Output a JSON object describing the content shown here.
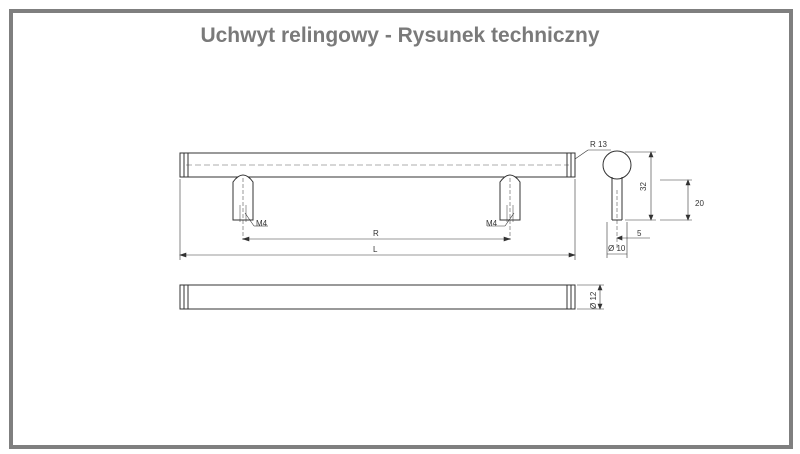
{
  "title": "Uchwyt relingowy - Rysunek techniczny",
  "colors": {
    "frame": "#7f7f7f",
    "title": "#7a7a7a",
    "line": "#333333",
    "bar_fill": "#ffffff"
  },
  "labels": {
    "m4_left": "M4",
    "m4_right": "M4",
    "r": "R",
    "l": "L",
    "r13": "R 13",
    "d32": "32",
    "d20": "20",
    "d5": "5",
    "d10": "Ø 10",
    "d12": "Ø 12"
  }
}
